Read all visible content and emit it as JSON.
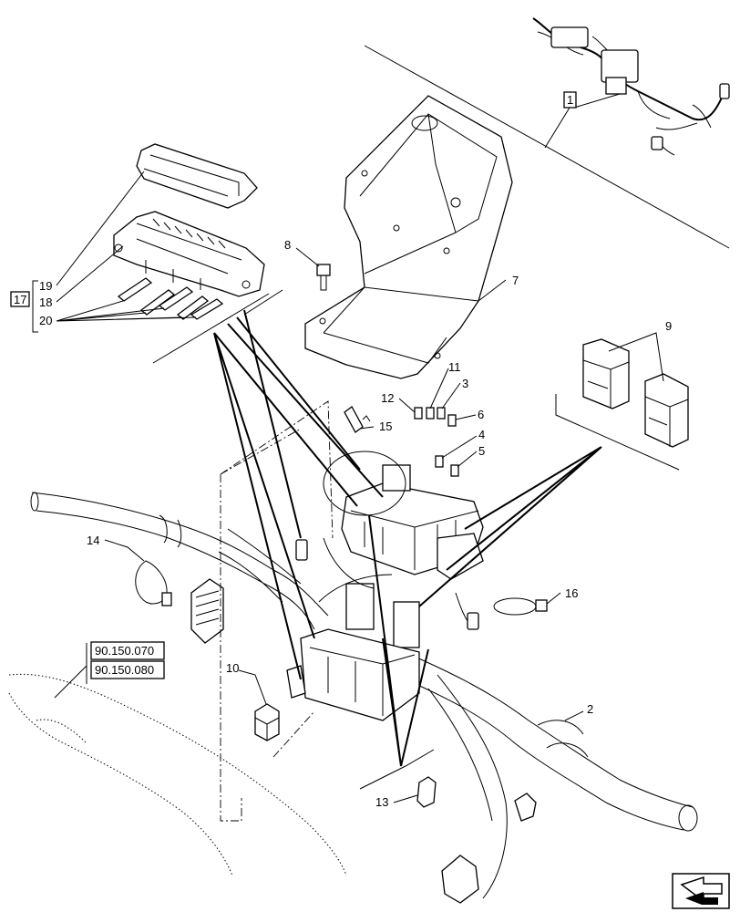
{
  "callouts": {
    "c1": "1",
    "c2": "2",
    "c3": "3",
    "c4": "4",
    "c5": "5",
    "c6": "6",
    "c7": "7",
    "c8": "8",
    "c9": "9",
    "c10": "10",
    "c11": "11",
    "c12": "12",
    "c13": "13",
    "c14": "14",
    "c15": "15",
    "c16": "16",
    "c17": "17",
    "c18": "18",
    "c19": "19",
    "c20": "20"
  },
  "references": {
    "ref_a": "90.150.070",
    "ref_b": "90.150.080"
  },
  "icons": {
    "nav": "next-page-arrow-icon"
  }
}
